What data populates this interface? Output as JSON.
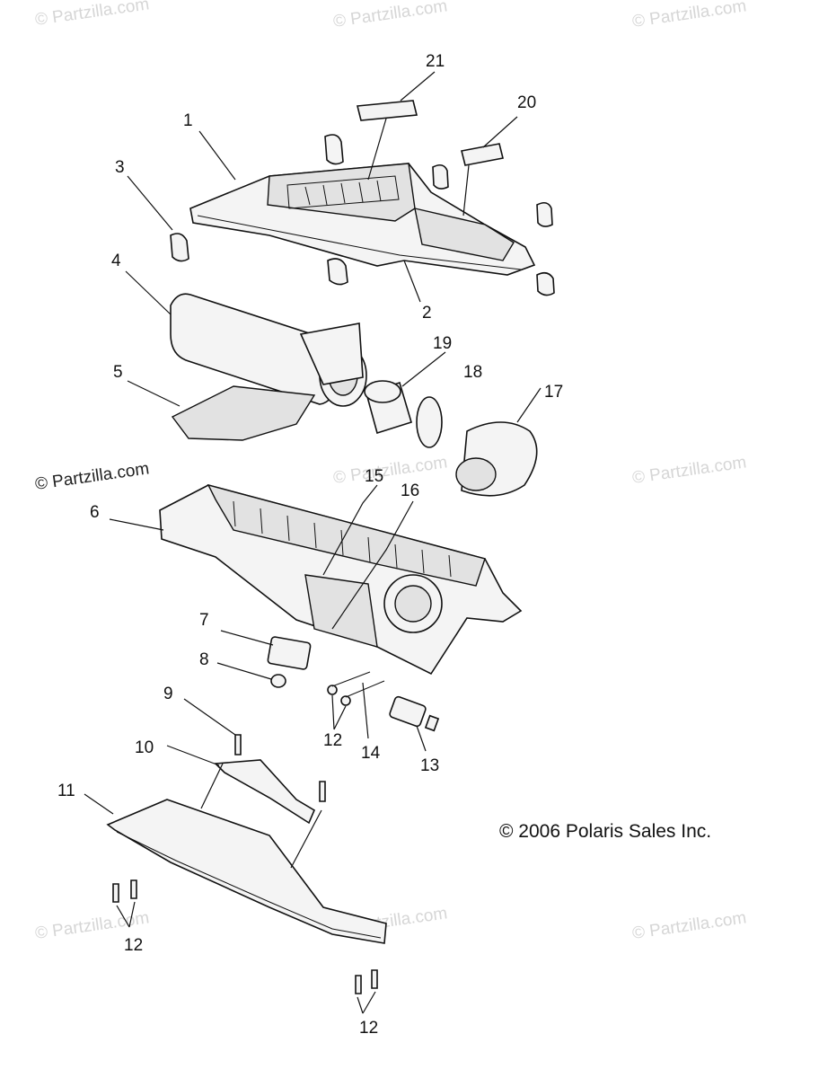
{
  "watermarks": [
    "© Partzilla.com",
    "© Partzilla.com",
    "© Partzilla.com",
    "© Partzilla.com",
    "© Partzilla.com",
    "© Partzilla.com",
    "© Partzilla.com",
    "© Partzilla.com",
    "© Partzilla.com"
  ],
  "watermark_main": "© Partzilla.com",
  "copyright": "© 2006 Polaris Sales Inc.",
  "callouts": {
    "c1": "1",
    "c2": "2",
    "c3": "3",
    "c4": "4",
    "c5": "5",
    "c6": "6",
    "c7": "7",
    "c8": "8",
    "c9": "9",
    "c10": "10",
    "c11": "11",
    "c12a": "12",
    "c12b": "12",
    "c12c": "12",
    "c13": "13",
    "c14": "14",
    "c15": "15",
    "c16": "16",
    "c17": "17",
    "c18": "18",
    "c19": "19",
    "c20": "20",
    "c21": "21"
  }
}
